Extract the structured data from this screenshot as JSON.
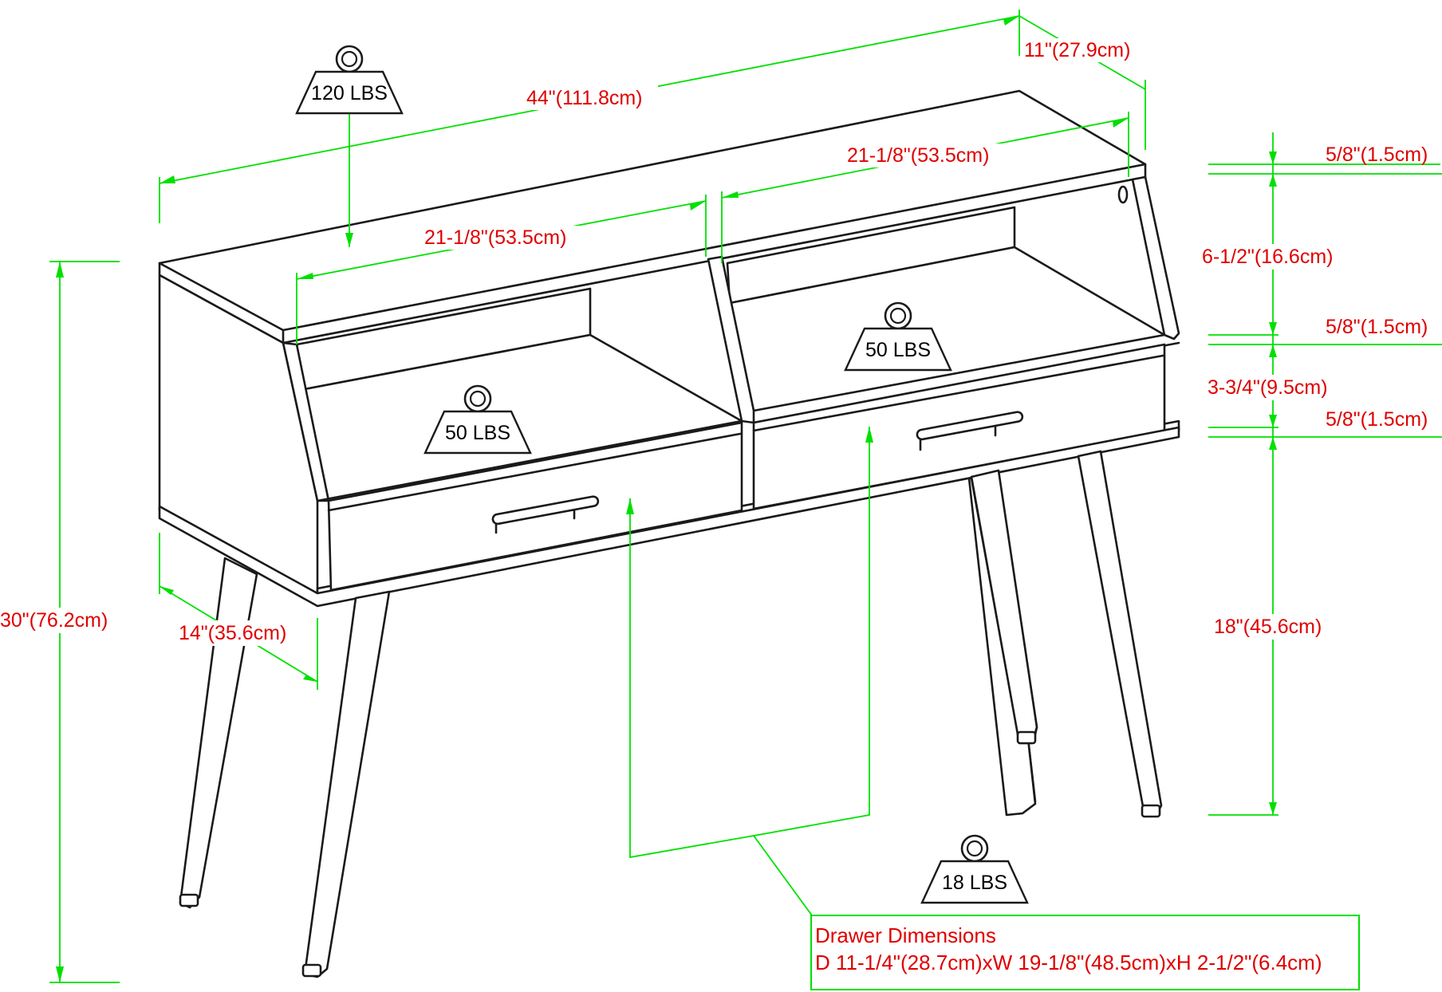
{
  "dimensions": {
    "width_total": "44\"(111.8cm)",
    "depth_top": "11\"(27.9cm)",
    "shelf_width_right": "21-1/8\"(53.5cm)",
    "shelf_width_left": "21-1/8\"(53.5cm)",
    "height_total": "30\"(76.2cm)",
    "depth_bottom": "14\"(35.6cm)",
    "top_thickness": "5/8\"(1.5cm)",
    "shelf_opening": "6-1/2\"(16.6cm)",
    "shelf_thickness": "5/8\"(1.5cm)",
    "drawer_front": "3-3/4\"(9.5cm)",
    "bottom_thickness": "5/8\"(1.5cm)",
    "leg_height": "18\"(45.6cm)"
  },
  "weights": {
    "top": "120 LBS",
    "shelf_left": "50 LBS",
    "shelf_right": "50 LBS",
    "drawer": "18 LBS"
  },
  "drawer_box": {
    "title": "Drawer Dimensions",
    "spec": "D 11-1/4\"(28.7cm)xW 19-1/8\"(48.5cm)xH 2-1/2\"(6.4cm)"
  },
  "colors": {
    "dimension_line": "#00e000",
    "dimension_text": "#e00000",
    "outline": "#1a1a1a"
  }
}
